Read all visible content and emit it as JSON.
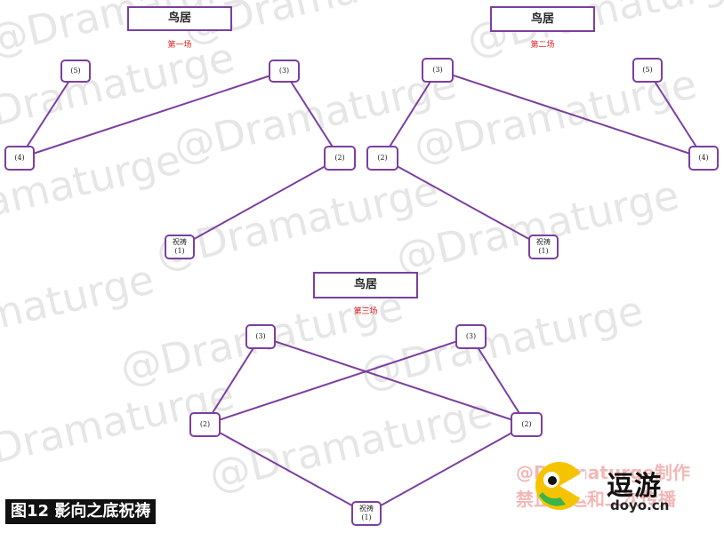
{
  "watermark": "@Dramaturge",
  "diagrams": [
    {
      "id": "scene-1",
      "title": "鸟居",
      "scene": "第一场",
      "nodes": [
        {
          "id": "s1-n5",
          "label": "(5)"
        },
        {
          "id": "s1-n3",
          "label": "(3)"
        },
        {
          "id": "s1-n4",
          "label": "(4)"
        },
        {
          "id": "s1-n2",
          "label": "(2)"
        },
        {
          "id": "s1-n1",
          "label": "祝祷",
          "sub": "(1)"
        }
      ],
      "edges": [
        [
          "s1-n5",
          "s1-n4"
        ],
        [
          "s1-n4",
          "s1-n3"
        ],
        [
          "s1-n3",
          "s1-n2"
        ],
        [
          "s1-n2",
          "s1-n1"
        ]
      ]
    },
    {
      "id": "scene-2",
      "title": "鸟居",
      "scene": "第二场",
      "nodes": [
        {
          "id": "s2-n3",
          "label": "(3)"
        },
        {
          "id": "s2-n5",
          "label": "(5)"
        },
        {
          "id": "s2-n2",
          "label": "(2)"
        },
        {
          "id": "s2-n4",
          "label": "(4)"
        },
        {
          "id": "s2-n1",
          "label": "祝祷",
          "sub": "(1)"
        }
      ],
      "edges": [
        [
          "s2-n3",
          "s2-n2"
        ],
        [
          "s2-n3",
          "s2-n4"
        ],
        [
          "s2-n5",
          "s2-n4"
        ],
        [
          "s2-n2",
          "s2-n1"
        ]
      ]
    },
    {
      "id": "scene-3",
      "title": "鸟居",
      "scene": "第三场",
      "nodes": [
        {
          "id": "s3-n3a",
          "label": "(3)"
        },
        {
          "id": "s3-n3b",
          "label": "(3)"
        },
        {
          "id": "s3-n2a",
          "label": "(2)"
        },
        {
          "id": "s3-n2b",
          "label": "(2)"
        },
        {
          "id": "s3-n1",
          "label": "祝祷",
          "sub": "(1)"
        }
      ],
      "edges": [
        [
          "s3-n3a",
          "s3-n2a"
        ],
        [
          "s3-n3a",
          "s3-n2b"
        ],
        [
          "s3-n3b",
          "s3-n2a"
        ],
        [
          "s3-n3b",
          "s3-n2b"
        ],
        [
          "s3-n2a",
          "s3-n1"
        ],
        [
          "s3-n2b",
          "s3-n1"
        ]
      ]
    }
  ],
  "caption": "图12 影向之底祝祷",
  "logo": {
    "name": "逗游",
    "domain": "doyo.cn",
    "overlay_line1": "@Dramaturge制作",
    "overlay_line2": "禁止搬运和二次传播"
  },
  "colors": {
    "edge": "#7b3fa0",
    "border": "#7b3fa0",
    "scene_text": "#e02020",
    "watermark": "#e6e6e6",
    "logo_yellow": "#f5c400",
    "logo_green": "#39b54a"
  }
}
